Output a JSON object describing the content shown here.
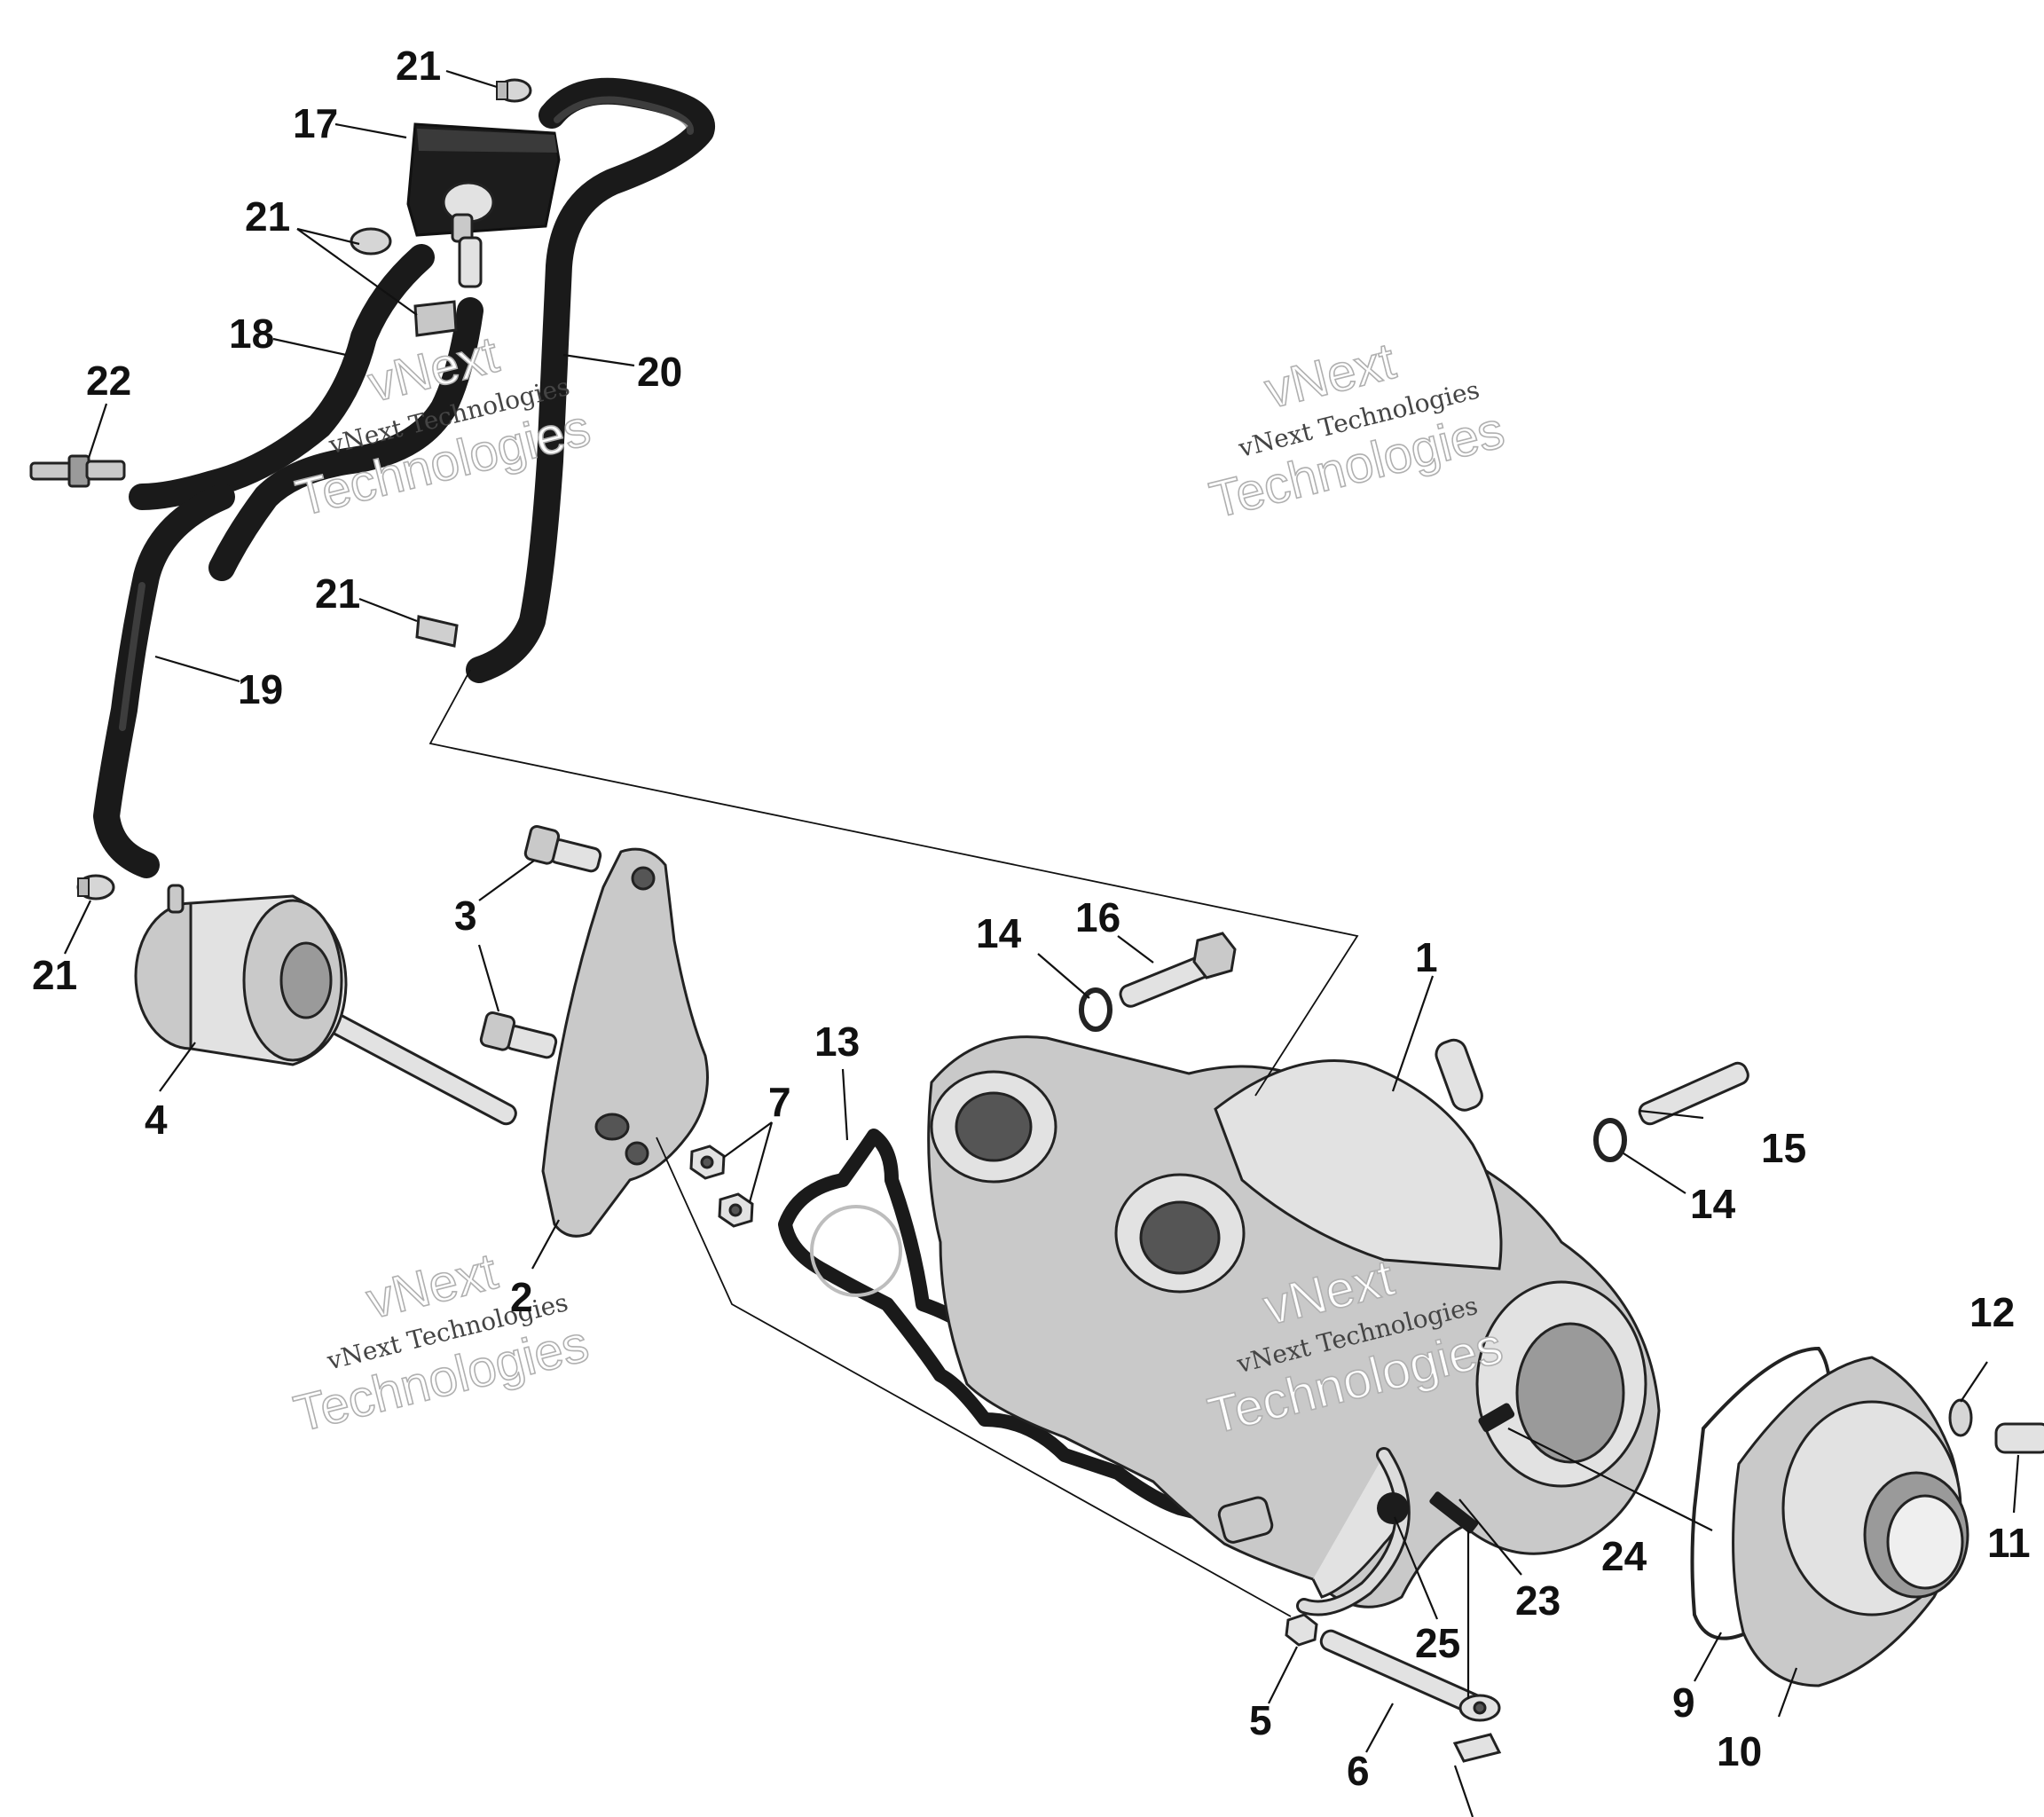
{
  "callouts": [
    {
      "id": "c1",
      "text": "1"
    },
    {
      "id": "c2",
      "text": "2"
    },
    {
      "id": "c3",
      "text": "3"
    },
    {
      "id": "c4",
      "text": "4"
    },
    {
      "id": "c5",
      "text": "5"
    },
    {
      "id": "c6",
      "text": "6"
    },
    {
      "id": "c7",
      "text": "7"
    },
    {
      "id": "c9",
      "text": "9"
    },
    {
      "id": "c10",
      "text": "10"
    },
    {
      "id": "c11",
      "text": "11"
    },
    {
      "id": "c12",
      "text": "12"
    },
    {
      "id": "c13",
      "text": "13"
    },
    {
      "id": "c14a",
      "text": "14"
    },
    {
      "id": "c14b",
      "text": "14"
    },
    {
      "id": "c15",
      "text": "15"
    },
    {
      "id": "c16",
      "text": "16"
    },
    {
      "id": "c17",
      "text": "17"
    },
    {
      "id": "c18",
      "text": "18"
    },
    {
      "id": "c19",
      "text": "19"
    },
    {
      "id": "c20",
      "text": "20"
    },
    {
      "id": "c21a",
      "text": "21"
    },
    {
      "id": "c21b",
      "text": "21"
    },
    {
      "id": "c21c",
      "text": "21"
    },
    {
      "id": "c21d",
      "text": "21"
    },
    {
      "id": "c22",
      "text": "22"
    },
    {
      "id": "c23",
      "text": "23"
    },
    {
      "id": "c24",
      "text": "24"
    },
    {
      "id": "c25",
      "text": "25"
    }
  ],
  "watermark": {
    "brand": "vNext",
    "company": "Technologies",
    "line": "vNext Technologies"
  }
}
